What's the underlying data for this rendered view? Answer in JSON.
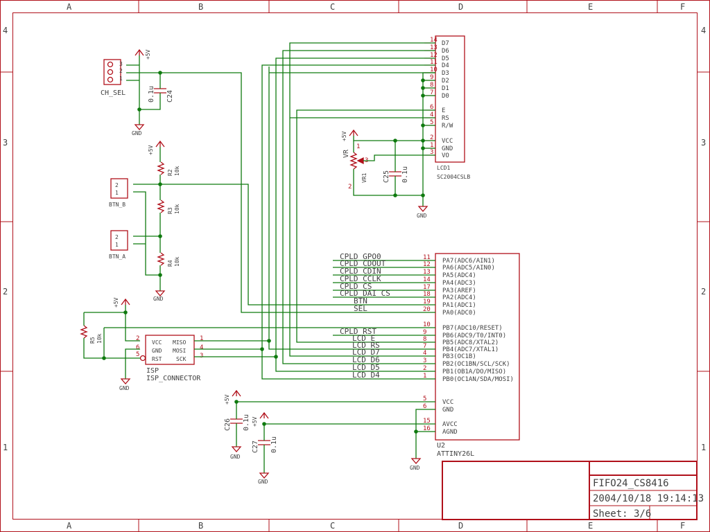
{
  "grid": {
    "columns": [
      "A",
      "B",
      "C",
      "D",
      "E",
      "F"
    ],
    "rows": [
      "4",
      "3",
      "2",
      "1"
    ]
  },
  "title_block": {
    "name": "FIFO24_CS8416",
    "date": "2004/10/18 19:14:13",
    "sheet": "Sheet: 3/6"
  },
  "power": {
    "vcc": "+5V",
    "gnd": "GND"
  },
  "components": {
    "ch_sel": {
      "name": "CH_SEL",
      "pins": [
        "3",
        "2",
        "1"
      ]
    },
    "c24": {
      "name": "C24",
      "value": "0.1u"
    },
    "c25": {
      "name": "C25",
      "value": "0.1u"
    },
    "c26": {
      "name": "C26",
      "value": "0.1u"
    },
    "c27": {
      "name": "C27",
      "value": "0.1u"
    },
    "r2": {
      "name": "R2",
      "value": "10k"
    },
    "r3": {
      "name": "R3",
      "value": "10k"
    },
    "r4": {
      "name": "R4",
      "value": "10k"
    },
    "r5": {
      "name": "R5",
      "value": "10k"
    },
    "btn_b": {
      "name": "BTN_B",
      "pins": [
        "2",
        "1"
      ]
    },
    "btn_a": {
      "name": "BTN_A",
      "pins": [
        "2",
        "1"
      ]
    },
    "vr": {
      "name": "VR",
      "ref": "VR1",
      "pins": [
        "1",
        "3",
        "2"
      ]
    },
    "isp": {
      "name": "ISP",
      "value": "ISP_CONNECTOR",
      "pins_left": [
        {
          "name": "VCC",
          "num": "2"
        },
        {
          "name": "GND",
          "num": "6"
        },
        {
          "name": "RST",
          "num": "5"
        }
      ],
      "pins_right": [
        {
          "name": "MISO",
          "num": "1"
        },
        {
          "name": "MOSI",
          "num": "4"
        },
        {
          "name": "SCK",
          "num": "3"
        }
      ]
    },
    "lcd": {
      "name": "LCD1",
      "value": "SC2004CSLB",
      "pins": [
        {
          "name": "D7",
          "num": "14"
        },
        {
          "name": "D6",
          "num": "13"
        },
        {
          "name": "D5",
          "num": "12"
        },
        {
          "name": "D4",
          "num": "11"
        },
        {
          "name": "D3",
          "num": "10"
        },
        {
          "name": "D2",
          "num": "9"
        },
        {
          "name": "D1",
          "num": "8"
        },
        {
          "name": "D0",
          "num": "7"
        },
        {
          "name": "E",
          "num": "6"
        },
        {
          "name": "RS",
          "num": "4"
        },
        {
          "name": "R/W",
          "num": "5"
        },
        {
          "name": "VCC",
          "num": "2"
        },
        {
          "name": "GND",
          "num": "1"
        },
        {
          "name": "VO",
          "num": "3"
        }
      ]
    },
    "u2": {
      "name": "U2",
      "value": "ATTINY26L",
      "pins_a": [
        {
          "name": "PA7(ADC6/AIN1)",
          "num": "11",
          "net": "CPLD_GPO0"
        },
        {
          "name": "PA6(ADC5/AIN0)",
          "num": "12",
          "net": "CPLD_CDOUT"
        },
        {
          "name": "PA5(ADC4)",
          "num": "13",
          "net": "CPLD_CDIN"
        },
        {
          "name": "PA4(ADC3)",
          "num": "14",
          "net": "CPLD_CCLK"
        },
        {
          "name": "PA3(AREF)",
          "num": "17",
          "net": "CPLD_CS"
        },
        {
          "name": "PA2(ADC4)",
          "num": "18",
          "net": "CPLD_DAI_CS"
        },
        {
          "name": "PA1(ADC1)",
          "num": "19",
          "net": "BTN"
        },
        {
          "name": "PA0(ADC0)",
          "num": "20",
          "net": "SEL"
        }
      ],
      "pins_b": [
        {
          "name": "PB7(ADC10/RESET)",
          "num": "10",
          "net": ""
        },
        {
          "name": "PB6(ADC9/T0/INT0)",
          "num": "9",
          "net": "CPLD_RST"
        },
        {
          "name": "PB5(ADC8/XTAL2)",
          "num": "8",
          "net": "LCD_E"
        },
        {
          "name": "PB4(ADC7/XTAL1)",
          "num": "7",
          "net": "LCD_RS"
        },
        {
          "name": "PB3(OC1B)",
          "num": "4",
          "net": "LCD_D7"
        },
        {
          "name": "PB2(OC1BN/SCL/SCK)",
          "num": "3",
          "net": "LCD_D6"
        },
        {
          "name": "PB1(OB1A/DO/MISO)",
          "num": "2",
          "net": "LCD_D5"
        },
        {
          "name": "PB0(OC1AN/SDA/MOSI)",
          "num": "1",
          "net": "LCD_D4"
        }
      ],
      "pins_power": [
        {
          "name": "VCC",
          "num": "5"
        },
        {
          "name": "GND",
          "num": "6"
        },
        {
          "name": "AVCC",
          "num": "15"
        },
        {
          "name": "AGND",
          "num": "16"
        }
      ]
    }
  }
}
